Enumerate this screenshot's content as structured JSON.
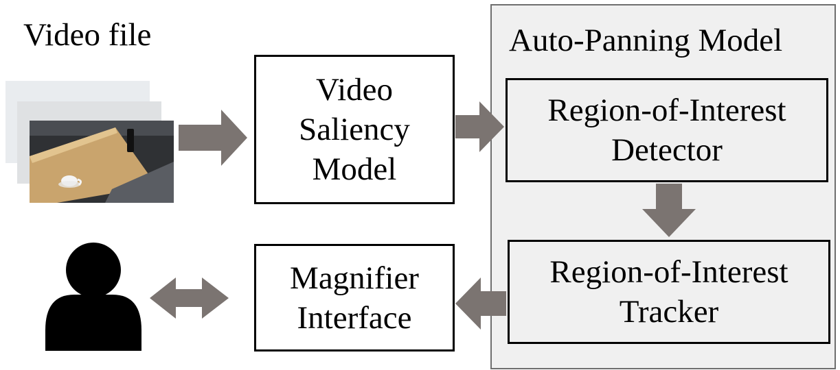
{
  "video_file_label": "Video file",
  "auto_panning_title": "Auto-Panning Model",
  "boxes": {
    "saliency": [
      "Video",
      "Saliency",
      "Model"
    ],
    "roi_detector": [
      "Region-of-Interest",
      "Detector"
    ],
    "roi_tracker": [
      "Region-of-Interest",
      "Tracker"
    ],
    "magnifier": [
      "Magnifier",
      "Interface"
    ]
  },
  "colors": {
    "arrow": "#7b7471",
    "panel_fill": "#f0f0f0",
    "panel_border": "#6e6e6e",
    "box_border": "#000000",
    "user_icon": "#000000"
  },
  "icons": {
    "video_frames": "video-frames-icon",
    "user": "user-icon"
  }
}
